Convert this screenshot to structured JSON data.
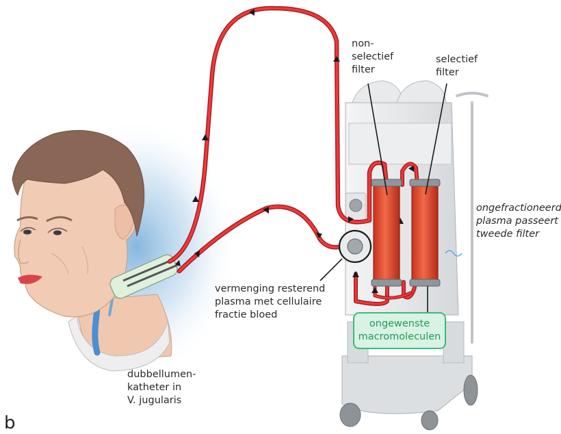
{
  "labels": {
    "non_selective_filter": [
      "non-",
      "selectief",
      "filter"
    ],
    "selective_filter": [
      "selectief",
      "filter"
    ],
    "unfractionated_plasma": [
      "ongefractioneerd",
      "plasma passeert",
      "tweede filter"
    ],
    "mixing": [
      "vermenging resterend",
      "plasma met cellulaire",
      "fractie bloed"
    ],
    "catheter": [
      "dubbellumen-",
      "katheter in",
      "V. jugularis"
    ],
    "unwanted_box": [
      "ongewenste",
      "macromoleculen"
    ],
    "panel_letter": "b"
  },
  "colors": {
    "tube": "#e3262b",
    "filter": "#e04a30",
    "label_text": "#2a2a2a",
    "box_border": "#3cba78",
    "box_fill": "#d8f2e3",
    "box_text": "#1f9a58",
    "skin": "#f2cbb4",
    "hair": "#8a6656",
    "machine": "#e6e8ea"
  }
}
